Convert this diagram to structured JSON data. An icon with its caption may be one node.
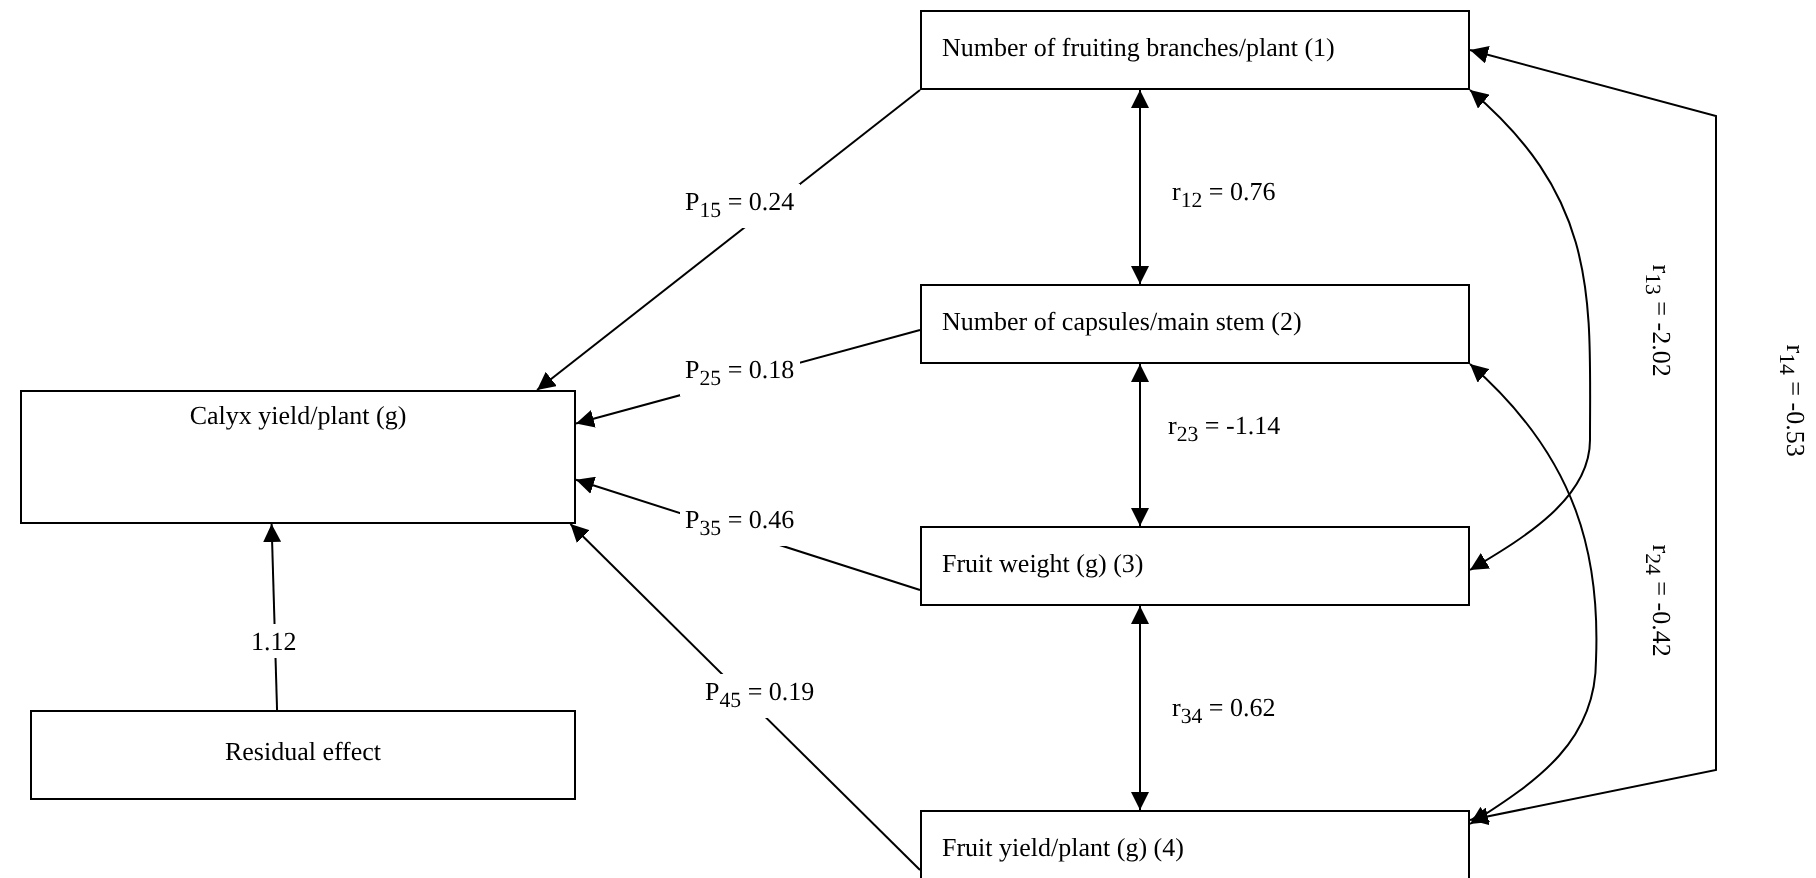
{
  "diagram": {
    "nodes": [
      {
        "text": [
          "Number of fruiting branches/plant  (1)"
        ]
      },
      {
        "text": [
          "Number of capsules/main stem (2)"
        ]
      },
      {
        "text": [
          "Fruit weight (g) (3)"
        ]
      },
      {
        "text": [
          "Fruit yield/plant (g) (4)"
        ]
      },
      {
        "text": [
          "Calyx yield/plant (g)"
        ]
      },
      {
        "text": [
          "Residual effect"
        ]
      }
    ],
    "edges": [
      {
        "from": 0,
        "to": 4,
        "arrow": "to",
        "label": "P$_{15}$ = 0.24"
      },
      {
        "from": 1,
        "to": 4,
        "arrow": "to",
        "label": "P$_{25}$ = 0.18"
      },
      {
        "from": 2,
        "to": 4,
        "arrow": "to",
        "label": "P$_{35}$ = 0.46"
      },
      {
        "from": 3,
        "to": 4,
        "arrow": "to",
        "label": "P$_{45}$ = 0.19"
      },
      {
        "from": 5,
        "to": 4,
        "arrow": "to",
        "label": "1.12"
      },
      {
        "from": 0,
        "to": 1,
        "arrow": "both",
        "label": "r$_{12}$ = 0.76"
      },
      {
        "from": 1,
        "to": 2,
        "arrow": "both",
        "label": "r$_{23}$ = -1.14"
      },
      {
        "from": 2,
        "to": 3,
        "arrow": "both",
        "label": "r$_{34}$ = 0.62"
      },
      {
        "from": 0,
        "to": 2,
        "arrow": "both",
        "label": "r$_{13}$ = -2.02"
      },
      {
        "from": 1,
        "to": 3,
        "arrow": "both",
        "label": "r$_{24}$ = -0.42"
      },
      {
        "from": 0,
        "to": 3,
        "arrow": "both",
        "label": "r$_{14}$ = -0.53"
      }
    ]
  }
}
